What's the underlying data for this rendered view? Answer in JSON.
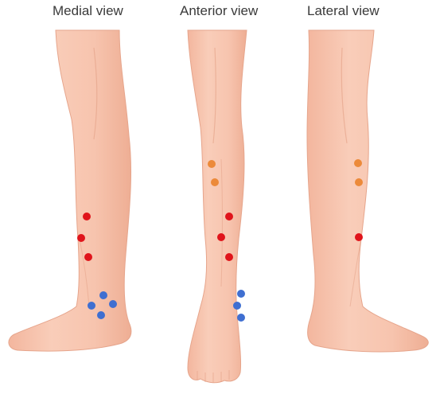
{
  "labels": {
    "medial": "Medial view",
    "anterior": "Anterior view",
    "lateral": "Lateral view"
  },
  "colors": {
    "skin": "#f7c5b0",
    "skin_shadow": "#eaa98f",
    "skin_line": "#d89a82",
    "red_point": "#e0141b",
    "orange_point": "#ec8a3a",
    "blue_point": "#3f6fd1"
  }
}
